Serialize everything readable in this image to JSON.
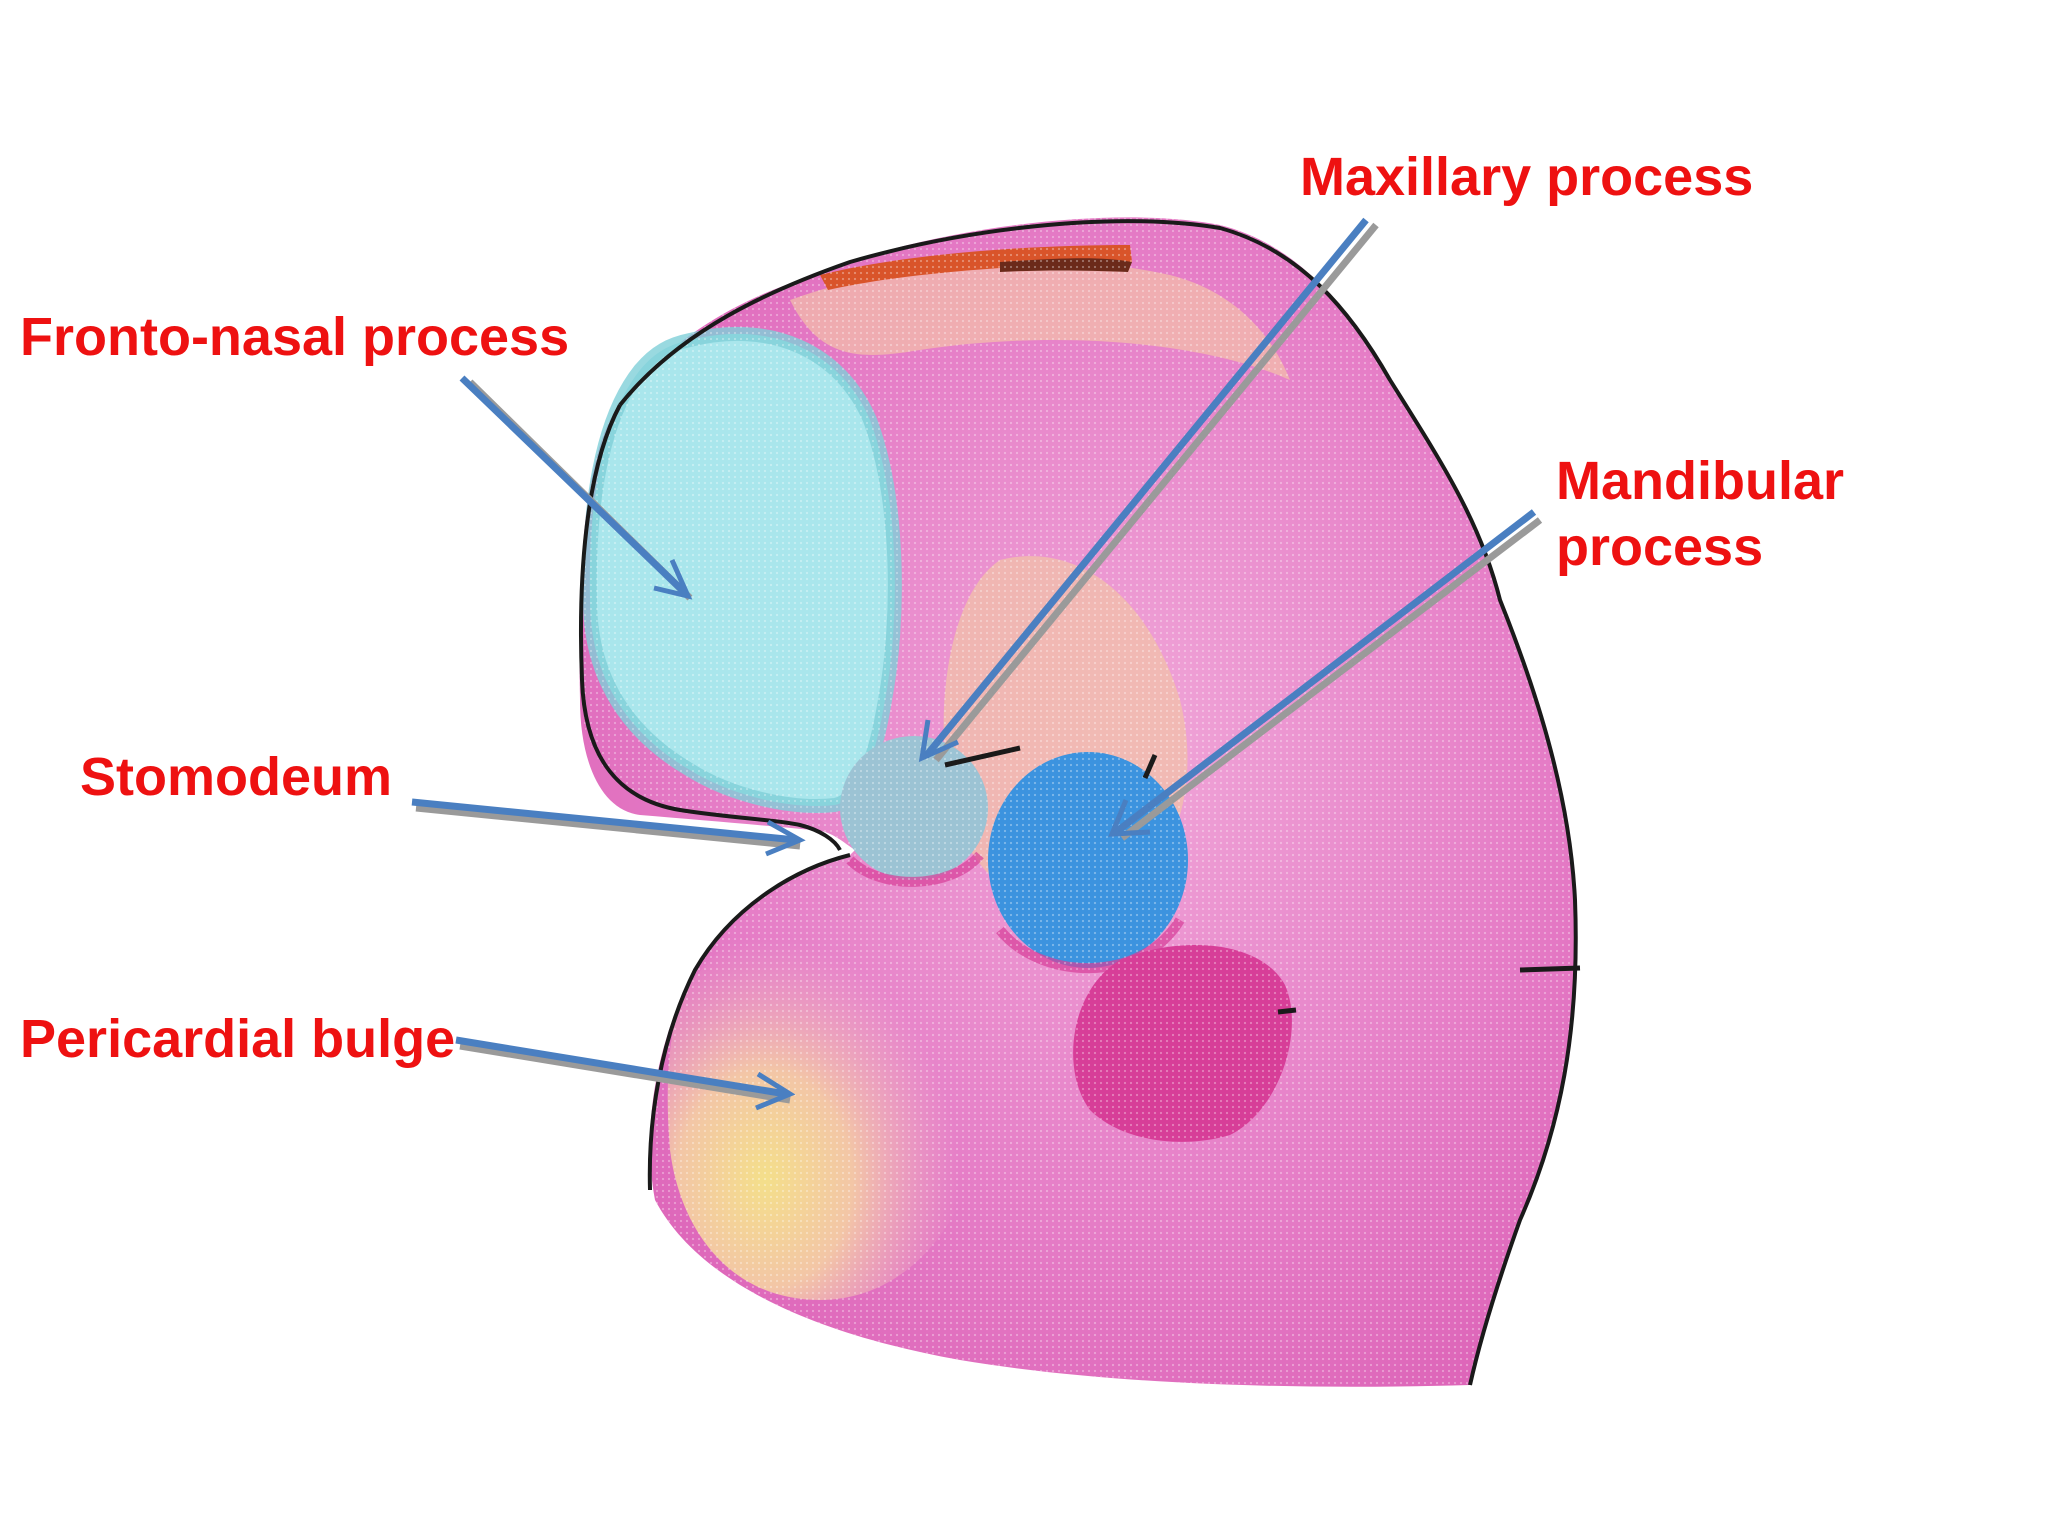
{
  "colors": {
    "label_text": "#ee1111",
    "arrow": "#4a7fc1",
    "arrow_shadow": "#9a9a9a",
    "body_pink": "#e06fbd",
    "body_light_pink": "#efa0d6",
    "peach": "#f2c2a8",
    "yellow_tint": "#f3dc7c",
    "fronto_nasal_fill": "#a9e6ec",
    "maxillary_fill": "#9cc3d4",
    "mandibular_fill": "#3c93df",
    "pharyngeal_pit": "#d73e98",
    "brow_stripe": "#d9542a",
    "outline": "#1a1a1a"
  },
  "labels": {
    "fronto_nasal": "Fronto-nasal process",
    "maxillary": "Maxillary process",
    "mandibular_line1": "Mandibular",
    "mandibular_line2": "process",
    "stomodeum": "Stomodeum",
    "pericardial": "Pericardial bulge"
  },
  "icons": {
    "arrow": "open-arrowhead-line"
  }
}
